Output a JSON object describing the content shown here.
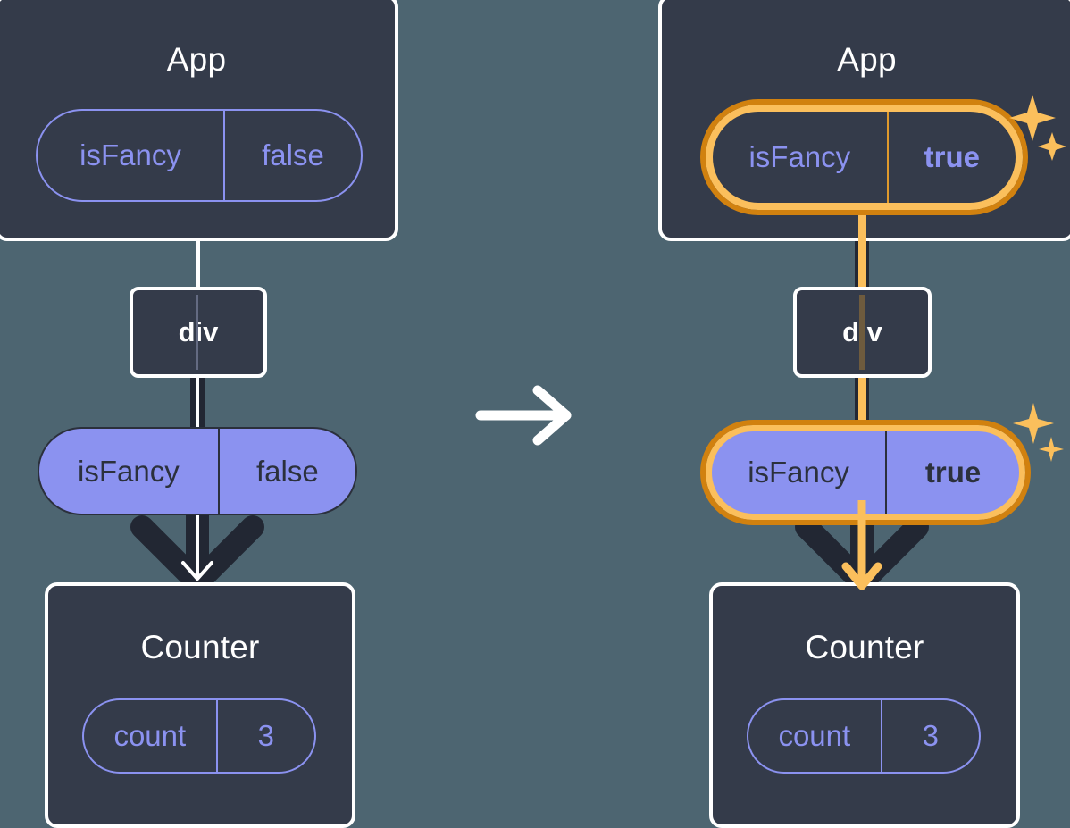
{
  "colors": {
    "background": "#4d6571",
    "box_fill": "#343b4a",
    "box_border": "#ffffff",
    "pill_purple": "#8b92f0",
    "pill_text_dark": "#2b303c",
    "highlight_outer": "#d1810f",
    "highlight_inner": "#fbbf5c",
    "sparkle": "#fbbf5c",
    "line_dark": "#222733"
  },
  "panels": [
    {
      "id": "before",
      "app": {
        "title": "App",
        "state_pill": {
          "key": "isFancy",
          "value": "false",
          "style": "ghost",
          "highlighted": false
        }
      },
      "dom_node": {
        "label": "div"
      },
      "prop_pill": {
        "key": "isFancy",
        "value": "false",
        "style": "filled",
        "highlighted": false
      },
      "counter": {
        "title": "Counter",
        "state_pill": {
          "key": "count",
          "value": "3",
          "style": "ghost",
          "highlighted": false
        }
      },
      "sparkles_visible": false
    },
    {
      "id": "after",
      "app": {
        "title": "App",
        "state_pill": {
          "key": "isFancy",
          "value": "true",
          "style": "ghost",
          "highlighted": true
        }
      },
      "dom_node": {
        "label": "div"
      },
      "prop_pill": {
        "key": "isFancy",
        "value": "true",
        "style": "filled",
        "highlighted": true
      },
      "counter": {
        "title": "Counter",
        "state_pill": {
          "key": "count",
          "value": "3",
          "style": "ghost",
          "highlighted": false
        }
      },
      "sparkles_visible": true
    }
  ],
  "transition": {
    "icon": "right-arrow-icon",
    "color": "#ffffff"
  }
}
